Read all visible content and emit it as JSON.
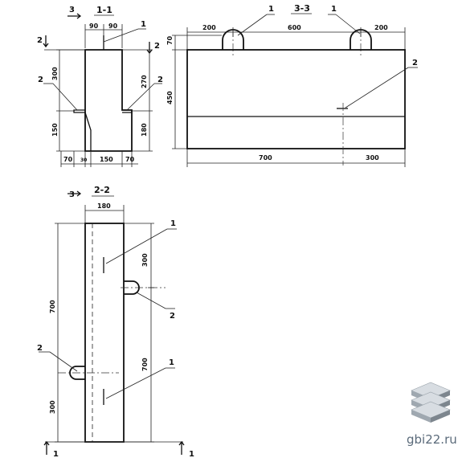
{
  "sections": {
    "s11": "1-1",
    "s33": "3-3",
    "s22": "2-2",
    "marker3": "3",
    "marker2": "2",
    "marker1": "1"
  },
  "callouts": {
    "one": "1",
    "two": "2"
  },
  "dims_11": {
    "top_left": "90",
    "top_right": "90",
    "h300": "300",
    "h150": "150",
    "h270": "270",
    "h180": "180",
    "b70a": "70",
    "b30": "30",
    "b150": "150",
    "b70b": "70"
  },
  "dims_33": {
    "t200a": "200",
    "t600": "600",
    "t200b": "200",
    "h70": "70",
    "h450": "450",
    "b700": "700",
    "b300": "300"
  },
  "dims_22": {
    "w180": "180",
    "r300": "300",
    "l700": "700",
    "r700": "700",
    "l300": "300"
  },
  "watermark": {
    "site": "gbi22.ru",
    "logo": "stacked-blocks-logo"
  }
}
